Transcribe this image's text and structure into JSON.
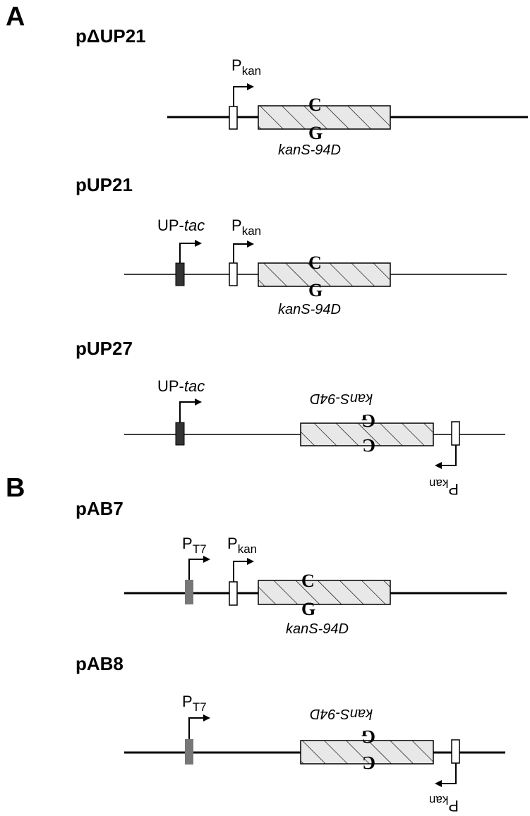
{
  "panels": {
    "a": "A",
    "b": "B"
  },
  "constructs": {
    "c1": {
      "name": "pΔUP21",
      "pkan": "P",
      "pkan_sub": "kan",
      "gene": "kanS-94D",
      "base_top": "C",
      "base_bottom": "G"
    },
    "c2": {
      "name": "pUP21",
      "up_tac": "UP-",
      "up_tac_italic": "tac",
      "pkan": "P",
      "pkan_sub": "kan",
      "gene": "kanS-94D",
      "base_top": "C",
      "base_bottom": "G"
    },
    "c3": {
      "name": "pUP27",
      "up_tac": "UP-",
      "up_tac_italic": "tac",
      "pkan": "P",
      "pkan_sub": "kan",
      "gene": "kanS-94D",
      "base_top": "C",
      "base_bottom": "G"
    },
    "c4": {
      "name": "pAB7",
      "pt7": "P",
      "pt7_sub": "T7",
      "pkan": "P",
      "pkan_sub": "kan",
      "gene": "kanS-94D",
      "base_top": "C",
      "base_bottom": "G"
    },
    "c5": {
      "name": "pAB8",
      "pt7": "P",
      "pt7_sub": "T7",
      "pkan": "P",
      "pkan_sub": "kan",
      "gene": "kanS-94D",
      "base_top": "C",
      "base_bottom": "G"
    }
  },
  "colors": {
    "ink": "#000000",
    "up_tac_box": "#333333",
    "t7_box": "#777777",
    "hatch_fill": "#e8e8e8"
  }
}
